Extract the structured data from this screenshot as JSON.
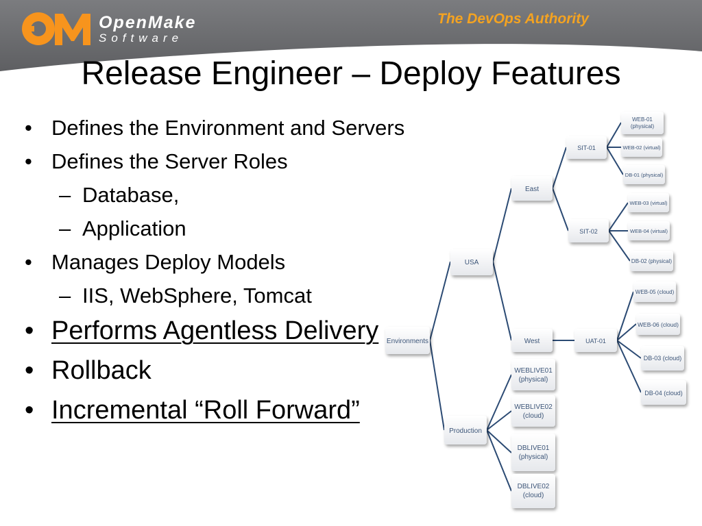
{
  "header": {
    "logo_name": "OpenMake",
    "logo_sub": "Software",
    "tagline": "The DevOps Authority"
  },
  "title": "Release Engineer – Deploy Features",
  "bullets": [
    {
      "text": "Defines the Environment and Servers"
    },
    {
      "text": "Defines the Server Roles"
    },
    {
      "text": "Database,"
    },
    {
      "text": "Application"
    },
    {
      "text": "Manages Deploy Models"
    },
    {
      "text": "IIS, WebSphere, Tomcat"
    },
    {
      "text": "Performs Agentless Delivery"
    },
    {
      "text": "Rollback"
    },
    {
      "text": "Incremental “Roll Forward”"
    }
  ],
  "diagram": {
    "nodes": {
      "environments": "Environments",
      "usa": "USA",
      "production": "Production",
      "east": "East",
      "west": "West",
      "sit01": "SIT-01",
      "sit02": "SIT-02",
      "uat01": "UAT-01",
      "web01": [
        "WEB-01",
        "(physical)"
      ],
      "web02": "WEB-02 (virtual)",
      "db01": "DB-01 (physical)",
      "web03": "WEB-03 (virtual)",
      "web04": "WEB-04 (virtual)",
      "db02": "DB-02 (physical)",
      "web05": "WEB-05 (cloud)",
      "web06": "WEB-06 (cloud)",
      "db03": "DB-03 (cloud)",
      "db04": "DB-04 (cloud)",
      "weblive01": [
        "WEBLIVE01",
        "(physical)"
      ],
      "weblive02": [
        "WEBLIVE02",
        "(cloud)"
      ],
      "dblive01": [
        "DBLIVE01",
        "(physical)"
      ],
      "dblive02": [
        "DBLIVE02",
        "(cloud)"
      ]
    }
  },
  "colors": {
    "header_gray": "#6d6e71",
    "logo_orange": "#f7941d",
    "tagline": "#f4a321",
    "connector": "#2b4a73"
  }
}
